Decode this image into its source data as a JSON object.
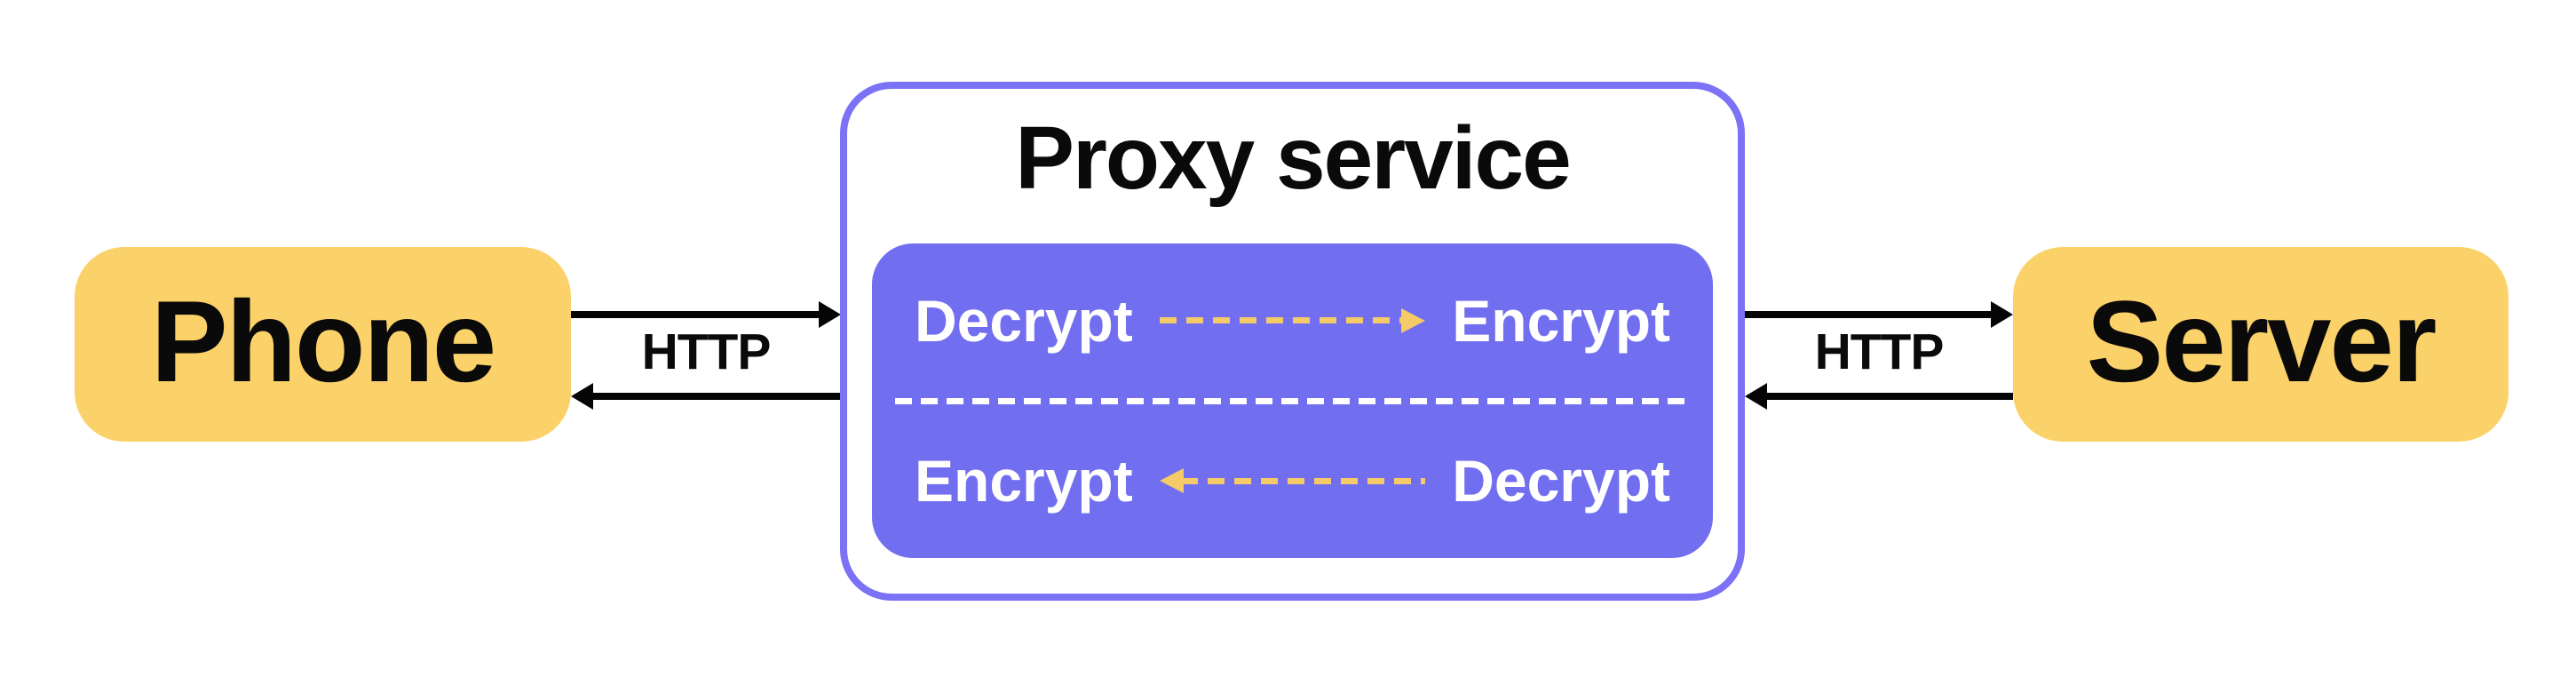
{
  "diagram": {
    "phone": {
      "label": "Phone"
    },
    "server": {
      "label": "Server"
    },
    "proxy": {
      "title": "Proxy service",
      "request_row": {
        "left": "Decrypt",
        "right": "Encrypt"
      },
      "response_row": {
        "left": "Encrypt",
        "right": "Decrypt"
      }
    },
    "links": {
      "left_label": "HTTP",
      "right_label": "HTTP"
    },
    "colors": {
      "node_fill": "#FBD169",
      "proxy_border": "#7B72F5",
      "crypto_fill": "#716EF0",
      "dashed_arrow": "#F5CA68",
      "arrow_black": "#050505",
      "separator": "#FFFFFF"
    }
  }
}
